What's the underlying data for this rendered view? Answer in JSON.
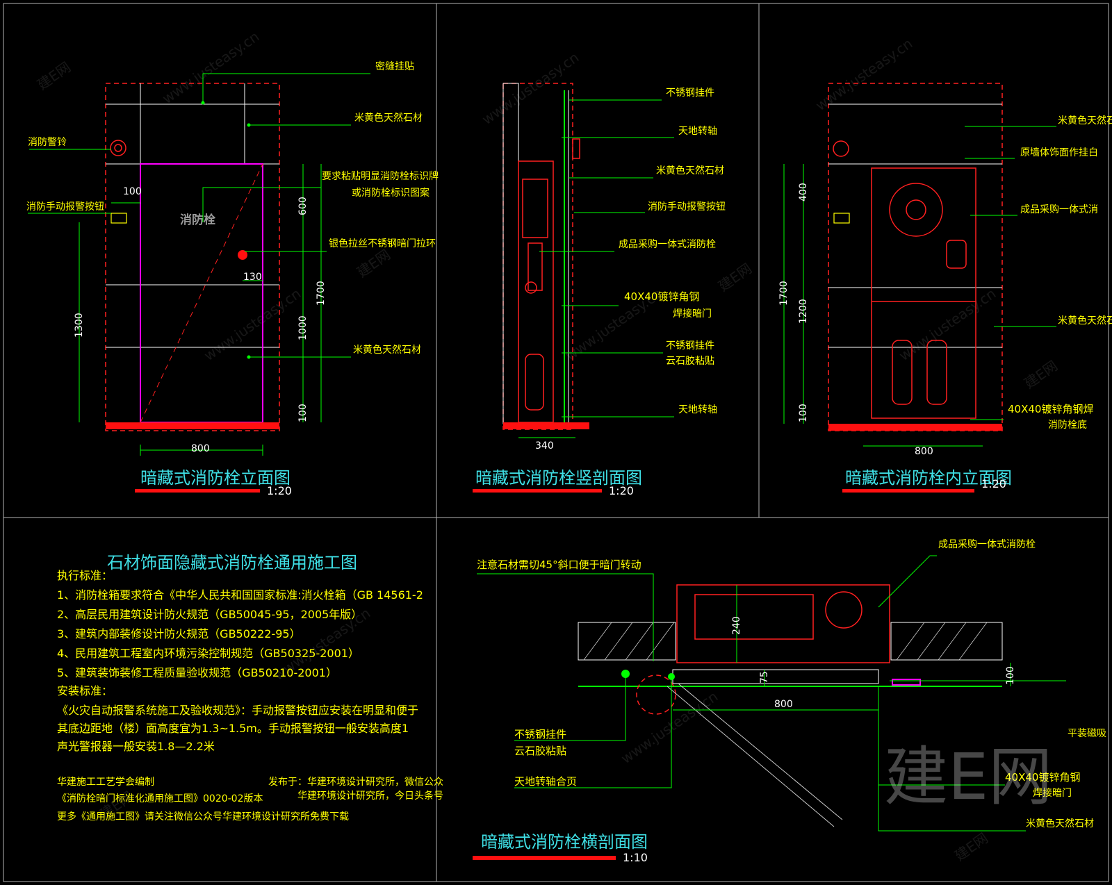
{
  "views": {
    "elevation": {
      "title": "暗藏式消防栓立面图",
      "scale": "1:20",
      "labels": [
        "密缝挂贴",
        "米黄色天然石材",
        "消防警铃",
        "要求粘贴明显消防栓标识牌",
        "或消防栓标识图案",
        "消防手动报警按钮",
        "银色拉丝不锈钢暗门拉环",
        "米黄色天然石材"
      ],
      "door_text": "消防栓",
      "dims": [
        "100",
        "130",
        "600",
        "1700",
        "1000",
        "1300",
        "100",
        "800"
      ]
    },
    "vertical_section": {
      "title": "暗藏式消防栓竖剖面图",
      "scale": "1:20",
      "labels": [
        "不锈钢挂件",
        "天地转轴",
        "米黄色天然石材",
        "消防手动报警按钮",
        "成品采购一体式消防栓",
        "40X40镀锌角钢",
        "焊接暗门",
        "不锈钢挂件",
        "云石胶粘贴",
        "天地转轴"
      ],
      "dims": [
        "340"
      ]
    },
    "inner_elevation": {
      "title": "暗藏式消防栓内立面图",
      "scale": "1:20",
      "labels": [
        "米黄色天然石",
        "原墙体饰面作挂白",
        "成品采购一体式消",
        "米黄色天然石",
        "40X40镀锌角钢焊",
        "消防栓底"
      ],
      "dims": [
        "400",
        "1700",
        "1200",
        "100",
        "800"
      ]
    },
    "horizontal_section": {
      "title": "暗藏式消防栓横剖面图",
      "scale": "1:10",
      "labels": [
        "成品采购一体式消防栓",
        "注意石材需切45°斜口便于暗门转动",
        "不锈钢挂件",
        "云石胶粘贴",
        "天地转轴合页",
        "平装磁吸",
        "40X40镀锌角钢",
        "焊接暗门",
        "米黄色天然石材"
      ],
      "dims": [
        "240",
        "75",
        "800",
        "100"
      ]
    }
  },
  "notes": {
    "title": "石材饰面隐藏式消防栓通用施工图",
    "lines": [
      "执行标准：",
      "1、消防栓箱要求符合《中华人民共和国国家标准:消火栓箱（GB 14561-2",
      "2、高层民用建筑设计防火规范（GB50045-95，2005年版）",
      "3、建筑内部装修设计防火规范（GB50222-95）",
      "4、民用建筑工程室内环境污染控制规范（GB50325-2001）",
      "5、建筑装饰装修工程质量验收规范（GB50210-2001）",
      "安装标准：",
      "《火灾自动报警系统施工及验收规范》：手动报警按钮应安装在明显和便于",
      "其底边距地（楼）面高度宜为1.3~1.5m。手动报警按钮一般安装高度1",
      "声光警报器一般安装1.8—2.2米"
    ],
    "footer": [
      "华建施工工艺学会编制",
      "发布于：华建环境设计研究所，微信公众",
      "《消防栓暗门标准化通用施工图》0020-02版本",
      "华建环境设计研究所，今日头条号",
      "更多《通用施工图》请关注微信公众号华建环境设计研究所免费下载"
    ]
  },
  "watermark": {
    "site": "www.justeasy.cn",
    "brand": "建E网"
  },
  "colors": {
    "background": "#000000",
    "label": "#ffff00",
    "title": "#3fe0e6",
    "leader": "#00ff00",
    "outline": "#ff2020",
    "door": "#ff00ff"
  }
}
